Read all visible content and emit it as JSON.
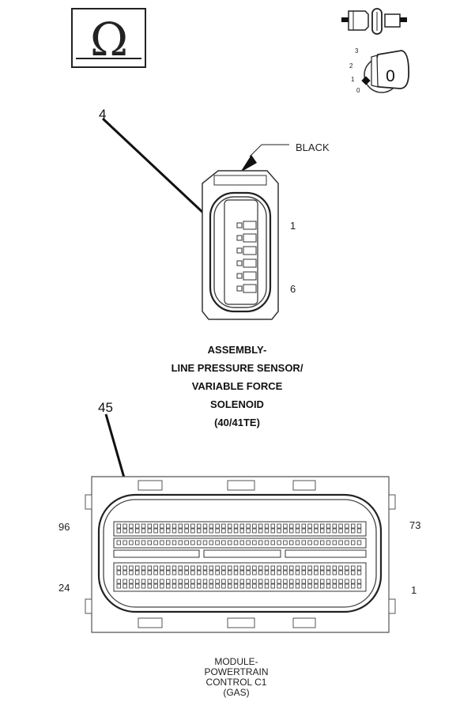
{
  "meter_symbol": "Ω",
  "ignition": {
    "positions": [
      "3",
      "2",
      "1",
      "0"
    ],
    "key_label": "0"
  },
  "connector_top": {
    "callout": "4",
    "color_label": "BLACK",
    "pin_first": "1",
    "pin_last": "6",
    "caption": [
      "ASSEMBLY-",
      "LINE PRESSURE SENSOR/",
      "VARIABLE FORCE",
      "SOLENOID",
      "(40/41TE)"
    ]
  },
  "connector_bottom": {
    "callout": "45",
    "pin_top_left": "96",
    "pin_top_right": "73",
    "pin_bottom_left": "24",
    "pin_bottom_right": "1",
    "caption": [
      "MODULE-",
      "POWERTRAIN",
      "CONTROL C1",
      "(GAS)"
    ]
  }
}
